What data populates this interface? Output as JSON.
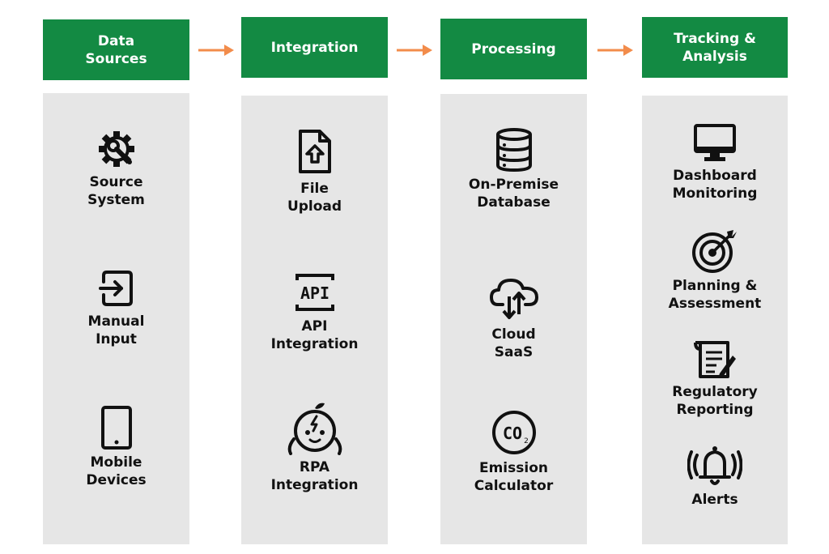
{
  "colors": {
    "header": "#138a43",
    "panel": "#e6e6e6",
    "arrow": "#f28c4b",
    "icon": "#111111"
  },
  "columns": [
    {
      "title": "Data\nSources",
      "items": [
        {
          "label": "Source\nSystem",
          "icon": "gear-wrench-icon"
        },
        {
          "label": "Manual\nInput",
          "icon": "sign-in-icon"
        },
        {
          "label": "Mobile\nDevices",
          "icon": "tablet-icon"
        }
      ]
    },
    {
      "title": "Integration",
      "items": [
        {
          "label": "File\nUpload",
          "icon": "file-upload-icon"
        },
        {
          "label": "API\nIntegration",
          "icon": "api-icon"
        },
        {
          "label": "RPA\nIntegration",
          "icon": "robot-icon"
        }
      ]
    },
    {
      "title": "Processing",
      "items": [
        {
          "label": "On-Premise\nDatabase",
          "icon": "database-icon"
        },
        {
          "label": "Cloud\nSaaS",
          "icon": "cloud-sync-icon"
        },
        {
          "label": "Emission\nCalculator",
          "icon": "co2-icon"
        }
      ]
    },
    {
      "title": "Tracking &\nAnalysis",
      "items": [
        {
          "label": "Dashboard\nMonitoring",
          "icon": "monitor-icon"
        },
        {
          "label": "Planning &\nAssessment",
          "icon": "target-icon"
        },
        {
          "label": "Regulatory\nReporting",
          "icon": "document-pen-icon"
        },
        {
          "label": "Alerts",
          "icon": "bell-icon"
        }
      ]
    }
  ]
}
